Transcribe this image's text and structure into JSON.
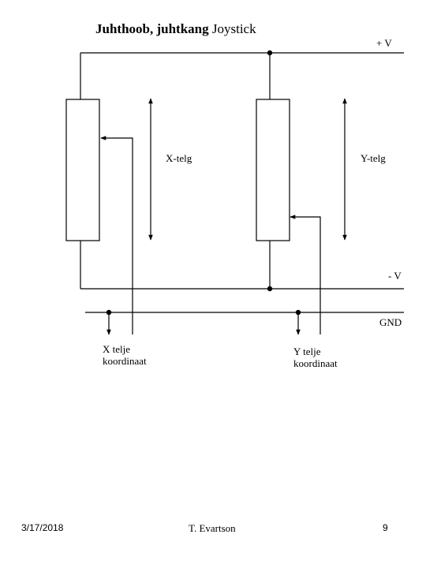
{
  "title": {
    "bold_part": "Juhthoob, juhtkang",
    "normal_part": " Joystick"
  },
  "labels": {
    "plus_v": "+ V",
    "minus_v": "- V",
    "gnd": "GND",
    "x_telg": "X-telg",
    "y_telg": "Y-telg",
    "x_out_line1": "X telje",
    "x_out_line2": "koordinaat",
    "y_out_line1": "Y telje",
    "y_out_line2": "koordinaat"
  },
  "footer": {
    "date": "3/17/2018",
    "author": "T. Evartson",
    "page_number": "9"
  },
  "colors": {
    "ink": "#000000",
    "background": "#ffffff"
  }
}
